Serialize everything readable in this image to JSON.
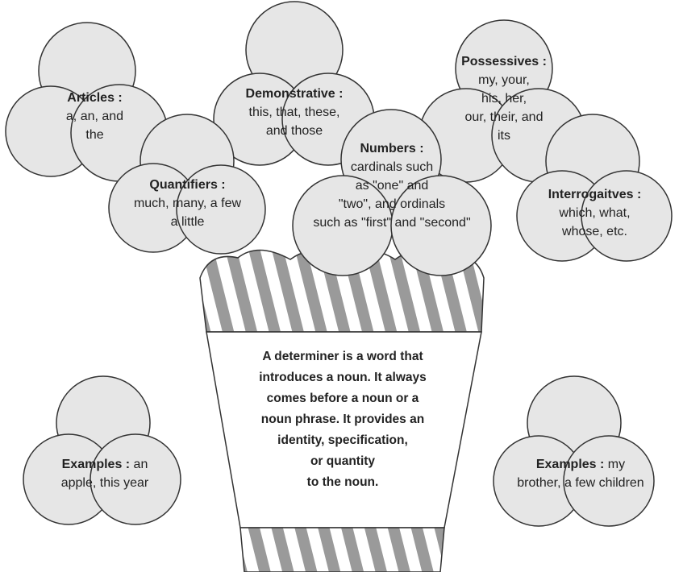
{
  "colors": {
    "bubble": "#e6e6e6",
    "stroke": "#333333",
    "stripe": "#9a9a9a",
    "text": "#222222"
  },
  "bubbles": {
    "articles": {
      "title": "Articles :",
      "lines": [
        "a, an, and",
        "the"
      ]
    },
    "quantifiers": {
      "title": "Quantifiers :",
      "lines": [
        "much, many, a few",
        "a little"
      ]
    },
    "demonstrative": {
      "title": "Demonstrative :",
      "lines": [
        "this, that, these,",
        "and those"
      ]
    },
    "numbers": {
      "title": "Numbers :",
      "lines": [
        "cardinals such",
        "as \"one\" and",
        "\"two\", and ordinals",
        "such as \"first\" and \"second\""
      ]
    },
    "possessives": {
      "title": "Possessives :",
      "lines": [
        "my, your,",
        "his, her,",
        "our, their, and",
        "its"
      ]
    },
    "interrogatives": {
      "title": "Interrogaitves :",
      "lines": [
        "which, what,",
        "whose, etc."
      ]
    },
    "examples_left": {
      "title": "Examples :",
      "after": " an",
      "line2": "apple, this year"
    },
    "examples_right": {
      "title": "Examples :",
      "after": " my",
      "line2": "brother, a few children"
    }
  },
  "definition": {
    "lines": [
      "A determiner is a word that",
      "introduces a noun. It always",
      "comes before a noun or a",
      "noun phrase. It provides an",
      "identity, specification,",
      "or quantity",
      "to the noun."
    ]
  }
}
